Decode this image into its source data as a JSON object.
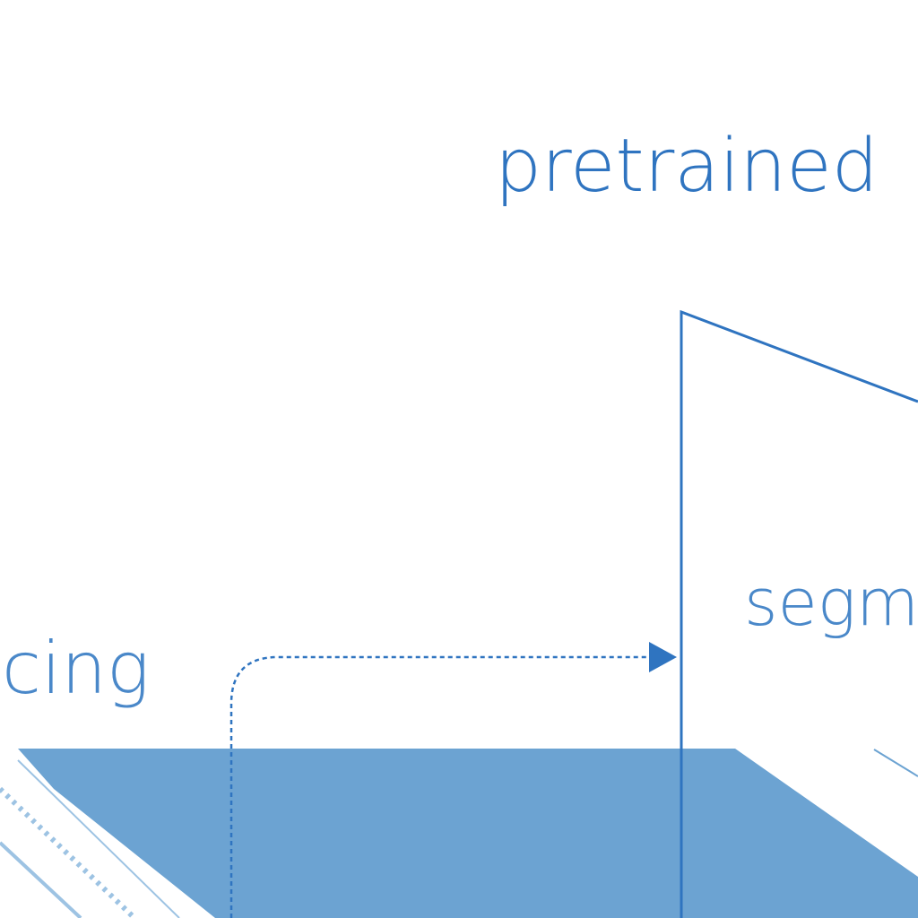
{
  "labels": {
    "pretrained": "pretrained",
    "segment_partial": "segm",
    "processing_partial": "cing"
  },
  "colors": {
    "primary": "#2f74c0",
    "fill": "#6ca3d2",
    "stripe": "#9dc3e3",
    "background": "#ffffff"
  }
}
